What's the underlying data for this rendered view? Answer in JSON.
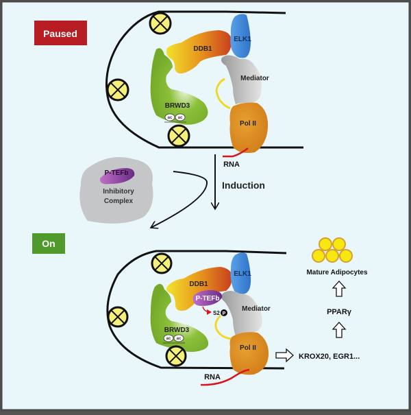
{
  "states": {
    "paused": "Paused",
    "on": "On"
  },
  "proteins": {
    "ddb1": "DDB1",
    "elk1": "ELK1",
    "mediator": "Mediator",
    "brwd3": "BRWD3",
    "pol2": "Pol II",
    "ptefb": "P-TEFb",
    "rna": "RNA",
    "ac": "ac",
    "s2": "S2",
    "p": "P"
  },
  "inhibitory_complex": {
    "line1": "Inhibitory",
    "line2": "Complex",
    "ptefb": "P-TEFb"
  },
  "induction": "Induction",
  "pathway": {
    "genes": "KROX20, EGR1...",
    "ppar": "PPARγ",
    "outcome": "Mature Adipocytes"
  },
  "colors": {
    "background": "#eaf7fa",
    "paused_badge": "#b81d24",
    "on_badge": "#4f9a2a",
    "ddb1": "#e8901c",
    "elk1": "#3f86d6",
    "mediator": "#a8a8a8",
    "brwd3": "#7ab22c",
    "pol2": "#dc8a1c",
    "ptefb": "#8a3a9a",
    "rna": "#d9141a",
    "nucleosome": "#f5f07a"
  }
}
